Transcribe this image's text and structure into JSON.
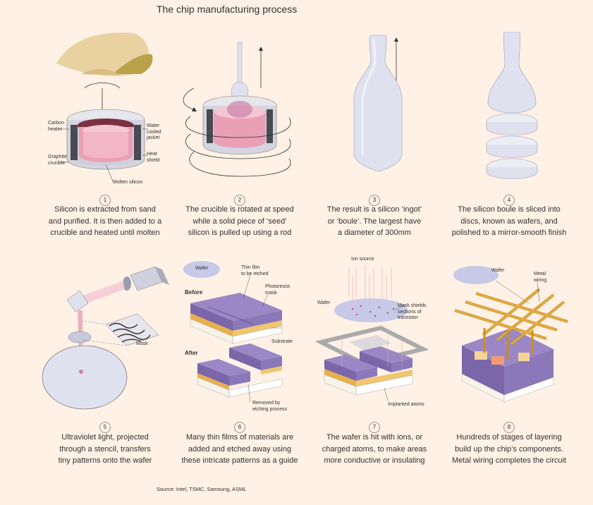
{
  "title": "The chip manufacturing process",
  "source": "Source: Intel, TSMC, Samsung, ASML",
  "colors": {
    "background": "#fff1e5",
    "silicon_pink": "#e9a0b4",
    "ingot": "#dfe1ef",
    "purple_layer": "#9b87c5",
    "gold_layer": "#e8b04a",
    "sand": "#e9d2a0",
    "sand_dark": "#b9a24a"
  },
  "steps": [
    {
      "number": "1",
      "caption_lines": [
        "Silicon is extracted from sand",
        "and purified. It is then added to a",
        "crucible and heated until molten"
      ],
      "labels": {
        "carbon_heater": "Carbon\nheater",
        "water_cooled_jacket": "Water\ncooled\njacket",
        "graphite_crucible": "Graphite\ncrucible",
        "heat_shield": "Heat\nshield",
        "molten_silicon": "Molten silicon"
      }
    },
    {
      "number": "2",
      "caption_lines": [
        "The crucible is rotated at speed",
        "while a solid piece of ‘seed’",
        "silicon is pulled up using a rod"
      ]
    },
    {
      "number": "3",
      "caption_lines": [
        "The result is a silicon ‘ingot’",
        "or ‘boule’. The largest have",
        "a diameter of 300mm"
      ]
    },
    {
      "number": "4",
      "caption_lines": [
        "The silicon boule is sliced into",
        "discs, known as wafers, and",
        "polished to a mirror-smooth finish"
      ]
    },
    {
      "number": "5",
      "caption_lines": [
        "Ultraviolet light, projected",
        "through a stencil, transfers",
        "tiny patterns onto the wafer"
      ],
      "labels": {
        "mask": "Mask"
      }
    },
    {
      "number": "6",
      "caption_lines": [
        "Many thin films of materials are",
        "added and etched away using",
        "these intricate patterns as a guide"
      ],
      "labels": {
        "wafer": "Wafer",
        "thin_film": "Thin film\nto be etched",
        "photoresist": "Photoresist\nmask",
        "before": "Before",
        "substrate": "Substrate",
        "after": "After",
        "removed": "Removed by\netching process"
      }
    },
    {
      "number": "7",
      "caption_lines": [
        "The wafer is hit with ions, or",
        "charged atoms, to make areas",
        "more conductive or insulating"
      ],
      "labels": {
        "ion_source": "Ion source",
        "wafer": "Wafer",
        "mask_shields": "Mask shields\nsections of\ntransistor",
        "implanted_atoms": "Implanted atoms"
      }
    },
    {
      "number": "8",
      "caption_lines": [
        "Hundreds of stages of layering",
        "build up the chip’s components.",
        "Metal wiring completes the circuit"
      ],
      "labels": {
        "wafer": "Wafer",
        "metal_wiring": "Metal\nwiring"
      }
    }
  ]
}
